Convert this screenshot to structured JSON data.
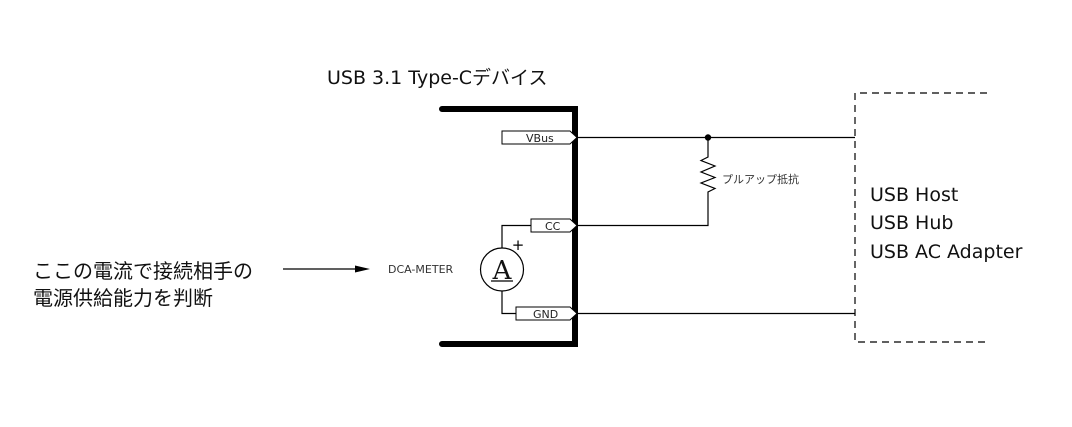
{
  "device": {
    "title": "USB 3.1 Type-Cデバイス",
    "pins": [
      {
        "label": "VBus"
      },
      {
        "label": "CC"
      },
      {
        "label": "GND"
      }
    ]
  },
  "meter": {
    "symbol": "A",
    "polarity": "+",
    "label": "DCA-METER"
  },
  "resistor": {
    "label": "プルアップ抵抗"
  },
  "annotation": {
    "lines": [
      "ここの電流で接続相手の",
      "電源供給能力を判断"
    ]
  },
  "host": {
    "lines": [
      "USB Host",
      "USB Hub",
      "USB AC Adapter"
    ]
  }
}
